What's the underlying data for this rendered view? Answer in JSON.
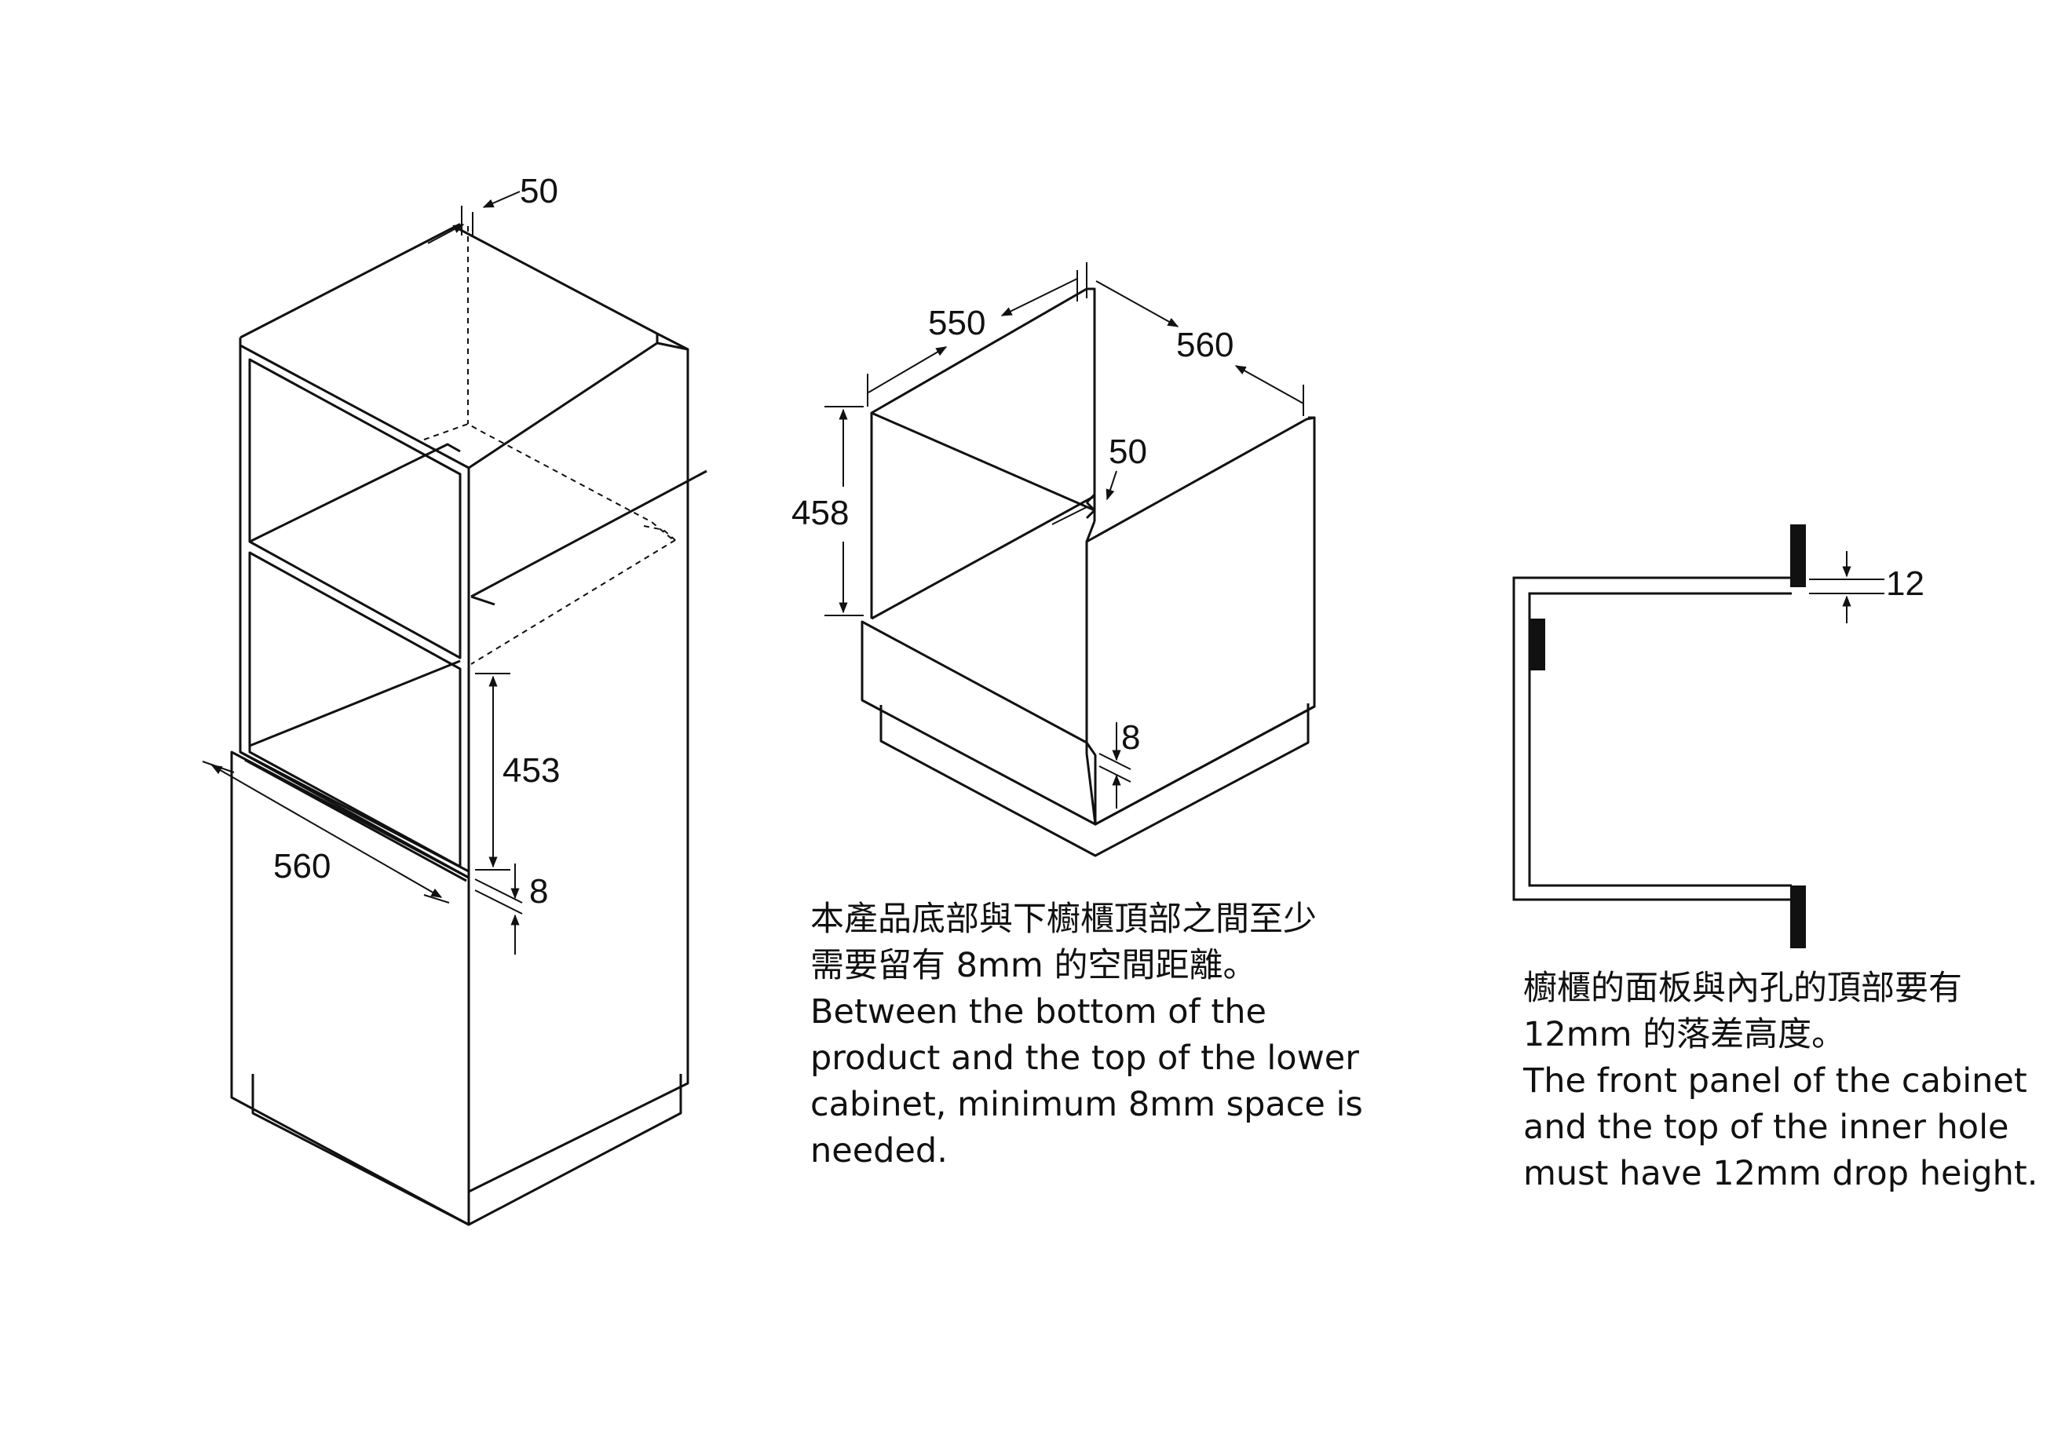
{
  "diagrams": {
    "tall_cabinet": {
      "dim_top_offset": "50",
      "dim_oven_height": "453",
      "dim_width": "560",
      "dim_gap": "8"
    },
    "base_cabinet": {
      "dim_width": "550",
      "dim_depth": "560",
      "dim_height": "458",
      "dim_back_offset": "50",
      "dim_gap": "8"
    },
    "panel_section": {
      "dim_drop": "12"
    }
  },
  "notes": {
    "gap_note": "本產品底部與下櫥櫃頂部之間至少\n需要留有 8mm 的空間距離。\nBetween the bottom of the\nproduct and the top of the lower\ncabinet, minimum 8mm space is\nneeded.",
    "drop_note": "櫥櫃的面板與內孔的頂部要有\n12mm 的落差高度。\nThe front panel of the cabinet\nand the top of the inner hole\nmust have 12mm drop height."
  }
}
